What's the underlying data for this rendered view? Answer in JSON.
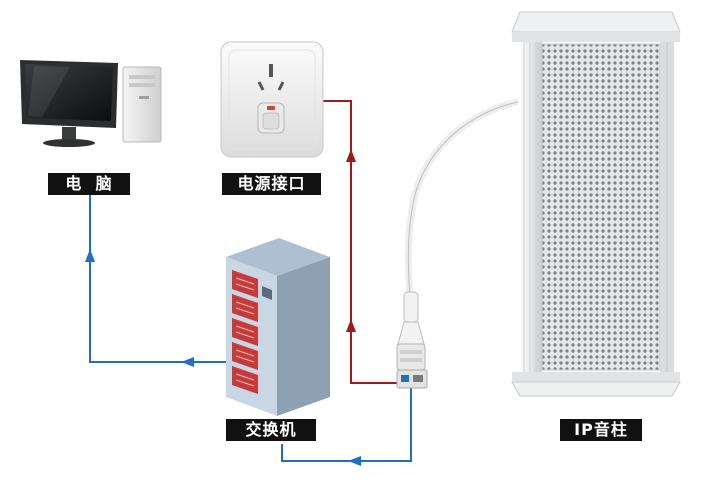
{
  "labels": {
    "computer": "电  脑",
    "power_outlet": "电源接口",
    "switch": "交换机",
    "ip_speaker": "IP音柱"
  },
  "colors": {
    "network_line": "#1f6fc4",
    "power_line": "#a01a1a",
    "label_bg": "#111111",
    "label_text": "#ffffff"
  },
  "icons": [
    "desktop-computer-icon",
    "power-outlet-icon",
    "network-switch-icon",
    "ip-column-speaker-icon"
  ]
}
